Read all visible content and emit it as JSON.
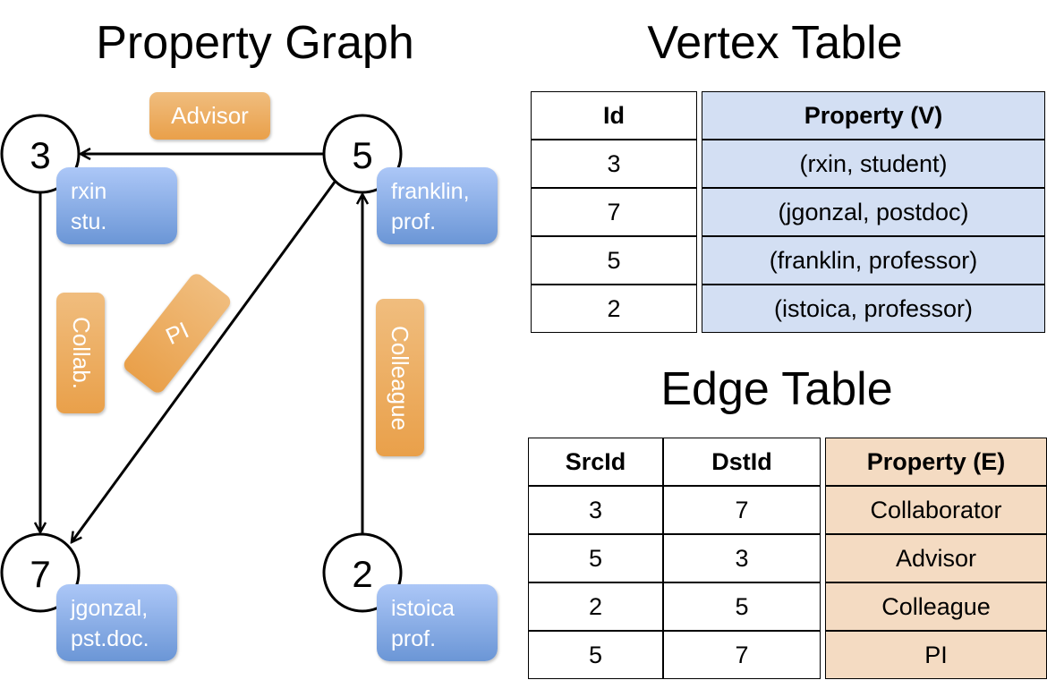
{
  "titles": {
    "graph": "Property Graph",
    "vertex": "Vertex Table",
    "edge": "Edge Table"
  },
  "colors": {
    "vertex_property": "#7ea6e3",
    "edge_label": "#eba452",
    "vertex_table_fill": "#d3dff3",
    "edge_table_fill": "#f4dbc2"
  },
  "graph": {
    "nodes": [
      {
        "id": "3",
        "line1": "rxin",
        "line2": "stu."
      },
      {
        "id": "5",
        "line1": "franklin,",
        "line2": "prof."
      },
      {
        "id": "7",
        "line1": "jgonzal,",
        "line2": "pst.doc."
      },
      {
        "id": "2",
        "line1": "istoica",
        "line2": "prof."
      }
    ],
    "edges": [
      {
        "src": "5",
        "dst": "3",
        "label": "Advisor"
      },
      {
        "src": "3",
        "dst": "7",
        "label": "Collab."
      },
      {
        "src": "5",
        "dst": "7",
        "label": "PI"
      },
      {
        "src": "2",
        "dst": "5",
        "label": "Colleague"
      }
    ]
  },
  "vertex_table": {
    "headers": [
      "Id",
      "Property (V)"
    ],
    "rows": [
      [
        "3",
        "(rxin, student)"
      ],
      [
        "7",
        "(jgonzal, postdoc)"
      ],
      [
        "5",
        "(franklin, professor)"
      ],
      [
        "2",
        "(istoica, professor)"
      ]
    ]
  },
  "edge_table": {
    "headers": [
      "SrcId",
      "DstId",
      "Property (E)"
    ],
    "rows": [
      [
        "3",
        "7",
        "Collaborator"
      ],
      [
        "5",
        "3",
        "Advisor"
      ],
      [
        "2",
        "5",
        "Colleague"
      ],
      [
        "5",
        "7",
        "PI"
      ]
    ]
  }
}
